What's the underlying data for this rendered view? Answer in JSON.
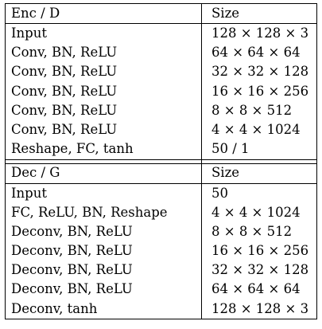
{
  "encoder": {
    "header": [
      "Enc / D",
      "Size"
    ],
    "rows": [
      [
        "Input",
        "128 × 128 × 3"
      ],
      [
        "Conv, BN, ReLU",
        "64 × 64 × 64"
      ],
      [
        "Conv, BN, ReLU",
        "32 × 32 × 128"
      ],
      [
        "Conv, BN, ReLU",
        "16 × 16 × 256"
      ],
      [
        "Conv, BN, ReLU",
        "8 × 8 × 512"
      ],
      [
        "Conv, BN, ReLU",
        "4 × 4 × 1024"
      ],
      [
        "Reshape, FC, tanh",
        "50 / 1"
      ]
    ]
  },
  "decoder": {
    "header": [
      "Dec / G",
      "Size"
    ],
    "rows": [
      [
        "Input",
        "50"
      ],
      [
        "FC, ReLU, BN, Reshape",
        "4 × 4 × 1024"
      ],
      [
        "Deconv, BN, ReLU",
        "8 × 8 × 512"
      ],
      [
        "Deconv, BN, ReLU",
        "16 × 16 × 256"
      ],
      [
        "Deconv, BN, ReLU",
        "32 × 32 × 128"
      ],
      [
        "Deconv, BN, ReLU",
        "64 × 64 × 64"
      ],
      [
        "Deconv, tanh",
        "128 × 128 × 3"
      ]
    ]
  }
}
